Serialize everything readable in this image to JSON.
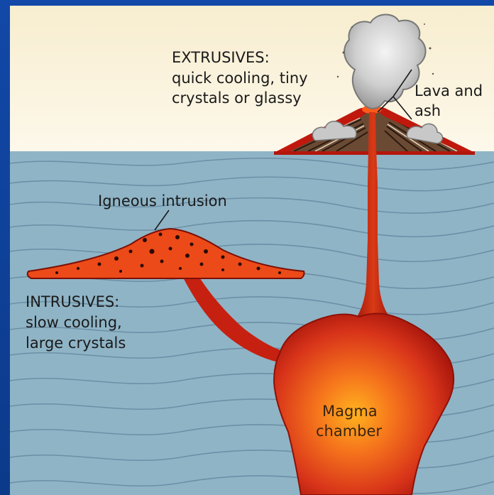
{
  "labels": {
    "extrusives_heading": "EXTRUSIVES:",
    "extrusives_line1": "quick cooling, tiny",
    "extrusives_line2": "crystals or glassy",
    "lava_line1": "Lava and",
    "lava_line2": "ash",
    "intrusion": "Igneous intrusion",
    "intrusives_heading": "INTRUSIVES:",
    "intrusives_line1": "slow cooling,",
    "intrusives_line2": "large crystals",
    "magma_line1": "Magma",
    "magma_line2": "chamber"
  },
  "colors": {
    "sky": "#fbf3dd",
    "ground": "#8fb4c6",
    "strata_line": "#6d8fa6",
    "magma_outer": "#b01a0a",
    "magma_mid": "#e0461a",
    "magma_core": "#ff8a1a",
    "ash": "#d6d6d6",
    "background": "#0b3a8a"
  }
}
